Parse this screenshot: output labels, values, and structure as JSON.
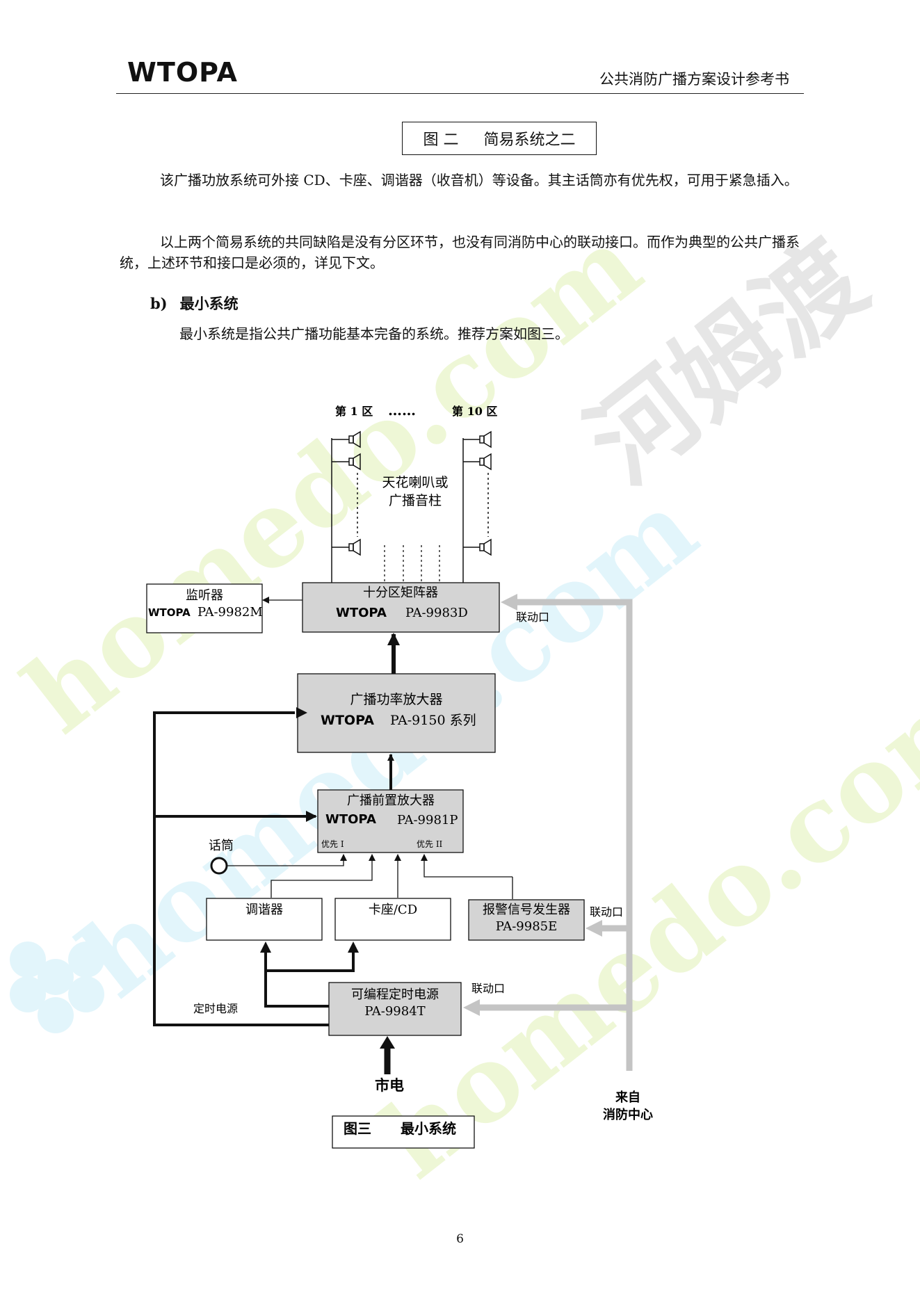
{
  "header": {
    "brand": "WTOPA",
    "doc_title": "公共消防广播方案设计参考书"
  },
  "figure2": {
    "label": "图 二",
    "title": "简易系统之二"
  },
  "paragraphs": [
    "该广播功放系统可外接 CD、卡座、调谐器（收音机）等设备。其主话筒亦有优先权，可用于紧急插入。",
    "以上两个简易系统的共同缺陷是没有分区环节，也没有同消防中心的联动接口。而作为典型的公共广播系统，上述环节和接口是必须的，详见下文。"
  ],
  "section_b": {
    "marker": "b)",
    "title": "最小系统",
    "text": "最小系统是指公共广播功能基本完备的系统。推荐方案如图三。"
  },
  "diagram": {
    "zone_first": "第 1 区",
    "zone_dots": "……",
    "zone_last": "第 10 区",
    "speaker_label_1": "天花喇叭或",
    "speaker_label_2": "广播音柱",
    "monitor": {
      "title": "监听器",
      "brand": "WTOPA",
      "model": "PA-9982M"
    },
    "matrix": {
      "title": "十分区矩阵器",
      "brand": "WTOPA",
      "model": "PA-9983D"
    },
    "link_port": "联动口",
    "amp": {
      "title": "广播功率放大器",
      "brand": "WTOPA",
      "model": "PA-9150 系列"
    },
    "preamp": {
      "title": "广播前置放大器",
      "brand": "WTOPA",
      "model": "PA-9981P",
      "priority1": "优先 I",
      "priority2": "优先 II"
    },
    "mic": "话筒",
    "tuner": "调谐器",
    "deck": "卡座/CD",
    "alarm": {
      "title": "报警信号发生器",
      "model": "PA-9985E"
    },
    "timer": {
      "title": "可编程定时电源",
      "model": "PA-9984T"
    },
    "timer_power": "定时电源",
    "mains": "市电",
    "fire_center_1": "来自",
    "fire_center_2": "消防中心"
  },
  "figure3": {
    "label": "图三",
    "title": "最小系统"
  },
  "watermark": {
    "text_1": "homedo.com",
    "text_2": "河姆渡"
  },
  "page_number": "6",
  "colors": {
    "box_fill": "#d4d4d4",
    "gray_line": "#c4c4c4",
    "watermark_green": "#eef7d6",
    "watermark_cyan": "#e2f5fb",
    "watermark_gray": "#e6e6e6"
  }
}
